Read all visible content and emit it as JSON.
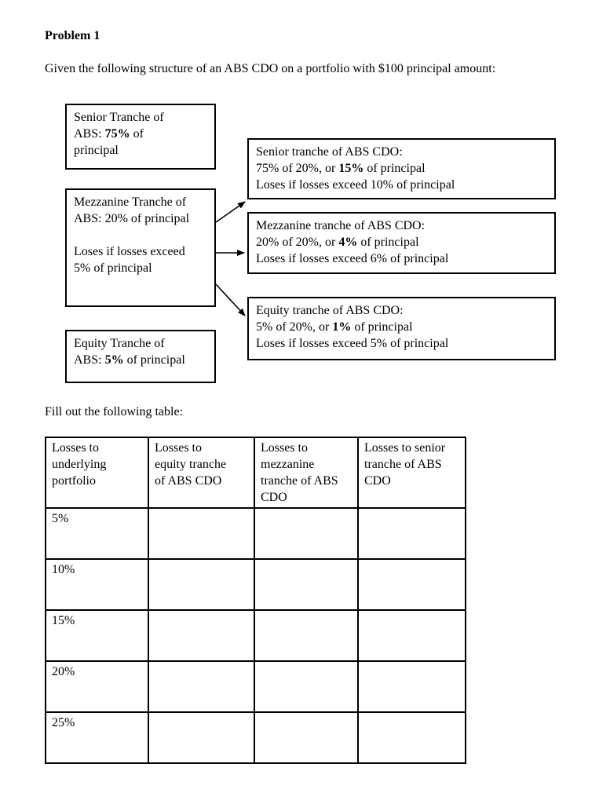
{
  "doc": {
    "title": "Problem 1",
    "intro": "Given the following structure of an ABS CDO on a portfolio with $100 principal amount:",
    "table_prompt": "Fill out the following table:"
  },
  "diagram": {
    "senior_abs": {
      "line1": "Senior Tranche of",
      "line2_pre": "ABS: ",
      "line2_bold": "75%",
      "line2_post": " of",
      "line3": "principal"
    },
    "mezzanine_abs": {
      "text": "Mezzanine Tranche of\nABS: 20% of principal\n\nLoses if losses exceed\n5% of principal"
    },
    "equity_abs": {
      "line1": "Equity Tranche of",
      "line2_pre": "ABS: ",
      "line2_bold": "5%",
      "line2_post": " of principal"
    },
    "senior_cdo": {
      "line1": "Senior tranche of ABS CDO:",
      "line2_pre": "75% of 20%, or ",
      "line2_bold": "15%",
      "line2_post": " of principal",
      "line3": "Loses if losses exceed 10% of principal"
    },
    "mezzanine_cdo": {
      "line1": "Mezzanine tranche of ABS CDO:",
      "line2_pre": "20% of 20%, or ",
      "line2_bold": "4%",
      "line2_post": " of principal",
      "line3": "Loses if losses exceed 6% of principal"
    },
    "equity_cdo": {
      "line1": "Equity tranche of ABS CDO:",
      "line2_pre": "5% of 20%, or ",
      "line2_bold": "1%",
      "line2_post": " of principal",
      "line3": "Loses if losses exceed 5% of principal"
    },
    "arrow_color": "#000000"
  },
  "table": {
    "headers": [
      "Losses to\nunderlying\nportfolio",
      "Losses to\nequity tranche\nof ABS CDO",
      "Losses to\nmezzanine\ntranche of ABS\nCDO",
      "Losses to senior\ntranche of ABS\nCDO"
    ],
    "row_labels": [
      "5%",
      "10%",
      "15%",
      "20%",
      "25%"
    ],
    "cells_empty": ""
  }
}
